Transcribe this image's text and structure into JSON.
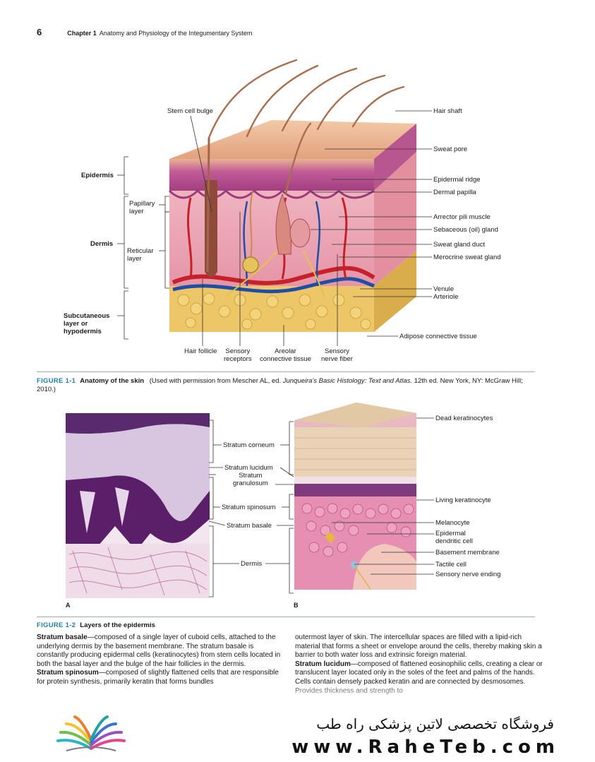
{
  "header": {
    "page_number": "6",
    "chapter_label": "Chapter 1",
    "chapter_title": "Anatomy and Physiology of the Integumentary System"
  },
  "figure1": {
    "labels": {
      "stem_cell_bulge": "Stem cell bulge",
      "hair_shaft": "Hair shaft",
      "sweat_pore": "Sweat pore",
      "epidermal_ridge": "Epidermal ridge",
      "dermal_papilla": "Dermal papilla",
      "arrector_pili": "Arrector pili muscle",
      "sebaceous_gland": "Sebaceous (oil) gland",
      "sweat_gland_duct": "Sweat gland duct",
      "merocrine_sweat_gland": "Merocrine sweat gland",
      "venule": "Venule",
      "arteriole": "Arteriole",
      "adipose_tissue": "Adipose connective tissue",
      "epidermis": "Epidermis",
      "dermis": "Dermis",
      "papillary_layer": "Papillary\nlayer",
      "reticular_layer": "Reticular\nlayer",
      "subcutaneous": "Subcutaneous\nlayer or\nhypodermis",
      "hair_follicle": "Hair follicle",
      "sensory_receptors": "Sensory\nreceptors",
      "areolar_tissue": "Areolar\nconnective tissue",
      "sensory_nerve_fiber": "Sensory\nnerve fiber"
    },
    "caption": {
      "number": "FIGURE 1-1",
      "title": "Anatomy of the skin",
      "text_before": "(Used with permission from Mescher AL, ed.",
      "source_title": "Junqueira's Basic Histology: Text and Atlas.",
      "text_after": "12th ed. New York, NY: McGraw Hill; 2010.)"
    }
  },
  "figure2": {
    "labels": {
      "stratum_corneum": "Stratum corneum",
      "stratum_lucidum": "Stratum lucidum",
      "stratum_granulosum": "Stratum\ngranulosum",
      "stratum_spinosum": "Stratum spinosum",
      "stratum_basale": "Stratum basale",
      "dermis": "Dermis",
      "dead_keratinocytes": "Dead keratinocytes",
      "living_keratinocyte": "Living keratinocyte",
      "melanocyte": "Melanocyte",
      "epidermal_dendritic": "Epidermal\ndendritic cell",
      "basement_membrane": "Basement membrane",
      "tactile_cell": "Tactile cell",
      "sensory_nerve_ending": "Sensory nerve ending",
      "panel_a": "A",
      "panel_b": "B"
    },
    "caption": {
      "number": "FIGURE 1-2",
      "title": "Layers of the epidermis"
    }
  },
  "body": {
    "col1": [
      {
        "term": "Stratum basale",
        "text": "—composed of a single layer of cuboid cells, attached to the underlying dermis by the basement membrane. The stratum basale is constantly producing epidermal cells (keratinocytes) from stem cells located in both the basal layer and the bulge of the hair follicles in the dermis."
      },
      {
        "term": "Stratum spinosum",
        "text": "—composed of slightly flattened cells that are responsible for protein synthesis, primarily keratin that forms bundles"
      }
    ],
    "col2": [
      {
        "term": "",
        "text": "outermost layer of skin. The intercellular spaces are filled with a lipid-rich material that forms a sheet or envelope around the cells, thereby making skin a barrier to both water loss and extrinsic foreign material."
      },
      {
        "term": "Stratum lucidum",
        "text": "—composed of flattened eosinophilic cells, creating a clear or translucent layer located only in the soles of the feet and palms of the hands. Cells contain densely packed keratin and are connected by desmosomes. Provides thickness and strength to"
      }
    ]
  },
  "footer": {
    "store_name_fa": "فروشگاه تخصصی لاتین پزشکی راه طب",
    "url": "www.RaheTeb.com"
  },
  "colors": {
    "figure_number": "#1f7fa6",
    "skin_pink": "#e8a5b4",
    "epidermis_purple": "#b24a8f",
    "adipose_yellow": "#e8c25a",
    "vessel_red": "#c8202a",
    "vessel_blue": "#1d4fa8"
  }
}
